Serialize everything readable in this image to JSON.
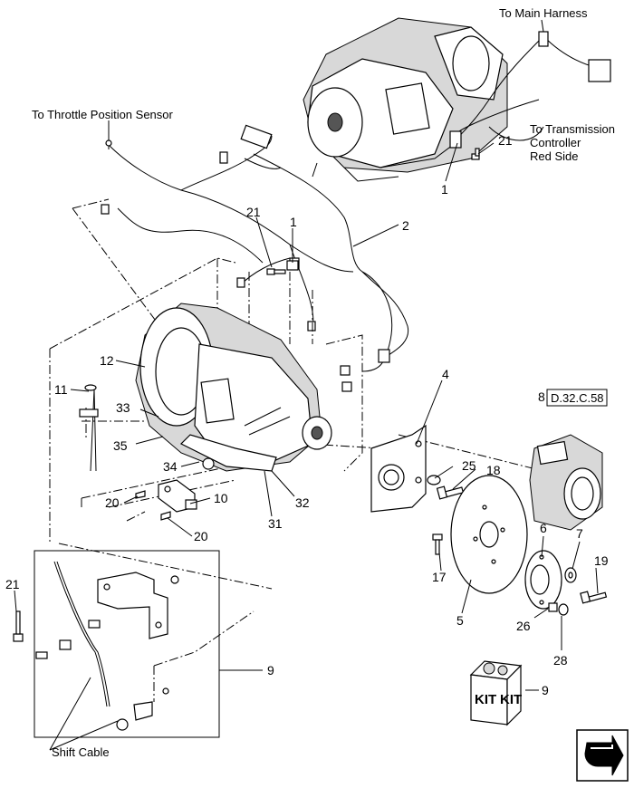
{
  "labels": {
    "main_harness": "To Main Harness",
    "throttle_sensor": "To Throttle Position Sensor",
    "tcu_line1": "To Transmission",
    "tcu_line2": "Controller",
    "tcu_line3": "Red Side",
    "shift_cable": "Shift Cable"
  },
  "reference": {
    "number": "8",
    "code": "D.32.C.58"
  },
  "kit": {
    "text_left": "KIT",
    "text_right": "KIT",
    "number": "9"
  },
  "callouts": {
    "c21_top": "21",
    "c1_top": "1",
    "c21_mid": "21",
    "c1_mid": "1",
    "c2": "2",
    "c12": "12",
    "c11": "11",
    "c33": "33",
    "c35": "35",
    "c34": "34",
    "c20_a": "20",
    "c10": "10",
    "c20_b": "20",
    "c31": "31",
    "c32": "32",
    "c4": "4",
    "c25": "25",
    "c18": "18",
    "c17": "17",
    "c5": "5",
    "c6": "6",
    "c7": "7",
    "c19": "19",
    "c26": "26",
    "c28": "28",
    "c21_left": "21",
    "c9": "9"
  },
  "nav": {
    "icon": "next-page-arrow-icon"
  }
}
